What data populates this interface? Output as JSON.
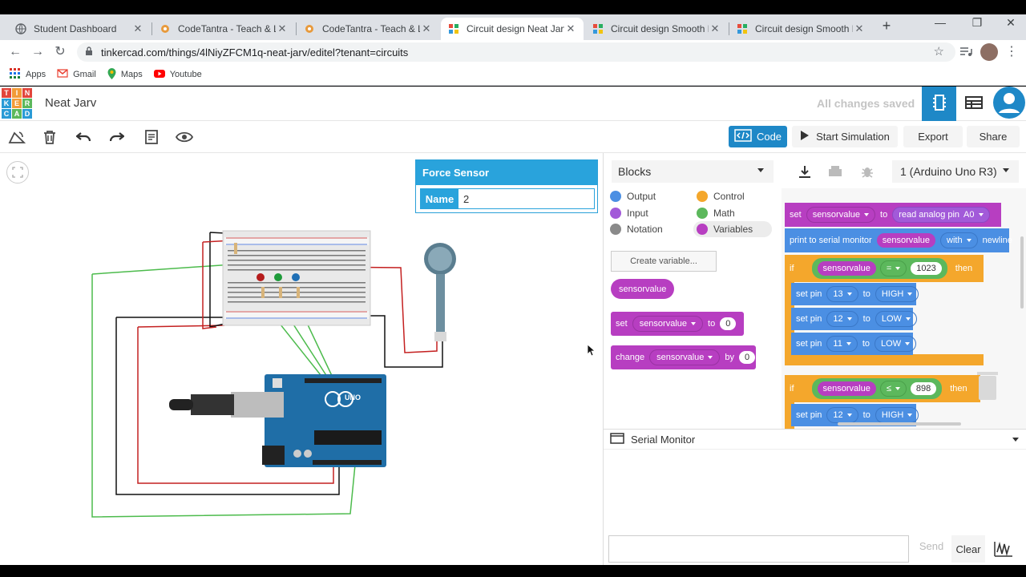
{
  "browser": {
    "tabs": [
      {
        "title": "Student Dashboard"
      },
      {
        "title": "CodeTantra - Teach & Learn"
      },
      {
        "title": "CodeTantra - Teach & Learn"
      },
      {
        "title": "Circuit design Neat Jarv | T"
      },
      {
        "title": "Circuit design Smooth Blo"
      },
      {
        "title": "Circuit design Smooth Lap"
      }
    ],
    "active_tab": 3,
    "url": "tinkercad.com/things/4lNiyZFCM1q-neat-jarv/editel?tenant=circuits",
    "bookmarks": [
      "Apps",
      "Gmail",
      "Maps",
      "Youtube"
    ]
  },
  "app": {
    "logo_letters": [
      "T",
      "I",
      "N",
      "K",
      "E",
      "R",
      "C",
      "A",
      "D"
    ],
    "project_title": "Neat Jarv",
    "save_status": "All changes saved"
  },
  "toolbar": {
    "code_label": "Code",
    "start_sim_label": "Start Simulation",
    "export_label": "Export",
    "share_label": "Share"
  },
  "properties": {
    "title": "Force Sensor",
    "name_label": "Name",
    "name_value": "2"
  },
  "code": {
    "mode": "Blocks",
    "device": "1 (Arduino Uno R3)",
    "categories": [
      "Output",
      "Control",
      "Input",
      "Math",
      "Notation",
      "Variables"
    ],
    "create_variable": "Create variable...",
    "variable_name": "sensorvalue",
    "set_block": {
      "verb": "set",
      "var": "sensorvalue",
      "to": "to",
      "value": "0"
    },
    "change_block": {
      "verb": "change",
      "var": "sensorvalue",
      "by": "by",
      "value": "0"
    },
    "script": {
      "line1": {
        "set": "set",
        "var": "sensorvalue",
        "to": "to",
        "read": "read analog pin",
        "pin": "A0"
      },
      "line2": {
        "print": "print to serial monitor",
        "var": "sensorvalue",
        "with": "with",
        "newline": "newline"
      },
      "if1": {
        "if": "if",
        "var": "sensorvalue",
        "op": "=",
        "value": "1023",
        "then": "then"
      },
      "pins1": [
        {
          "label": "set pin",
          "pin": "13",
          "to": "to",
          "value": "HIGH"
        },
        {
          "label": "set pin",
          "pin": "12",
          "to": "to",
          "value": "LOW"
        },
        {
          "label": "set pin",
          "pin": "11",
          "to": "to",
          "value": "LOW"
        }
      ],
      "if2": {
        "if": "if",
        "var": "sensorvalue",
        "op": "≤",
        "value": "898",
        "then": "then"
      },
      "pins2": [
        {
          "label": "set pin",
          "pin": "12",
          "to": "to",
          "value": "HIGH"
        }
      ]
    }
  },
  "serial": {
    "title": "Serial Monitor",
    "send_label": "Send",
    "clear_label": "Clear"
  },
  "colors": {
    "accent": "#1e88c7",
    "variable_block": "#b73ec1",
    "output_block": "#4b8fe3",
    "control_block": "#f4a72c",
    "math_block": "#5cb85c"
  }
}
